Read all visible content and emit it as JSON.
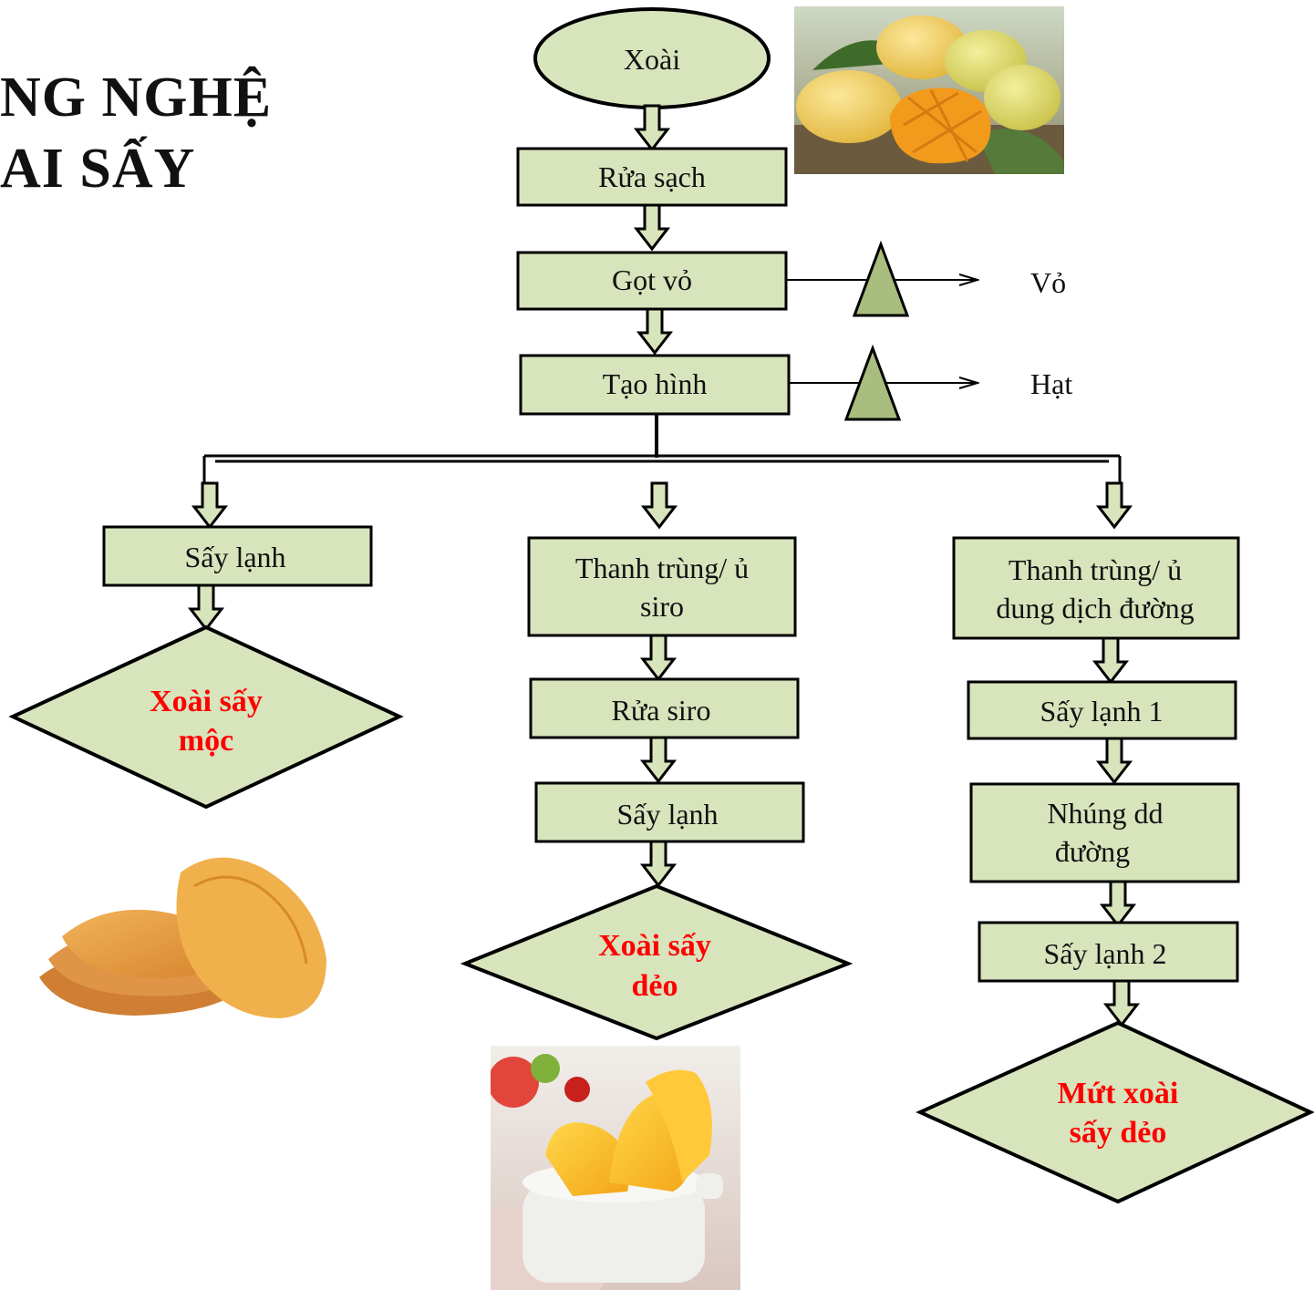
{
  "title": {
    "line1": "NG NGHỆ",
    "line2": "AI SẤY"
  },
  "start": "Xoài",
  "steps": {
    "rua_sach": "Rửa sạch",
    "got_vo": "Gọt vỏ",
    "tao_hinh": "Tạo hình"
  },
  "byproducts": {
    "vo": "Vỏ",
    "hat": "Hạt"
  },
  "branch_left": {
    "step1": "Sấy lạnh",
    "product": [
      "Xoài sấy",
      "mộc"
    ]
  },
  "branch_middle": {
    "step1": [
      "Thanh trùng/ ủ",
      "siro"
    ],
    "step2": "Rửa siro",
    "step3": "Sấy lạnh",
    "product": [
      "Xoài sấy",
      "dẻo"
    ]
  },
  "branch_right": {
    "step1": [
      "Thanh trùng/ ủ",
      "dung dịch đường"
    ],
    "step2": "Sấy lạnh 1",
    "step3": [
      "Nhúng dd",
      "đường"
    ],
    "step4": "Sấy lạnh 2",
    "product": [
      "Mứt xoài",
      "sấy dẻo"
    ]
  },
  "colors": {
    "box_fill": "#d8e4bc",
    "product_text": "#ff0000",
    "stroke": "#000000"
  },
  "images": [
    "fresh-mangoes-photo",
    "dried-mango-slices-photo",
    "soft-dried-mango-bowl-photo"
  ]
}
